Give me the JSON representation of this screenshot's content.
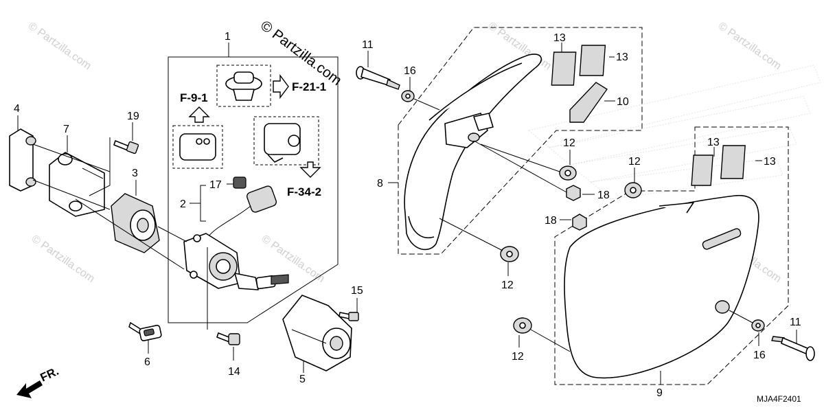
{
  "watermark": {
    "main": "© Partzilla.com",
    "repeat": "© Partzilla.com"
  },
  "diagram_code": "MJA4F2401",
  "direction_label": "FR.",
  "references": {
    "f91": "F-9-1",
    "f211": "F-21-1",
    "f342": "F-34-2"
  },
  "callouts": {
    "c1": "1",
    "c2": "2",
    "c3": "3",
    "c4": "4",
    "c5": "5",
    "c6": "6",
    "c7": "7",
    "c8": "8",
    "c9": "9",
    "c10": "10",
    "c11a": "11",
    "c11b": "11",
    "c12a": "12",
    "c12b": "12",
    "c12c": "12",
    "c12d": "12",
    "c13a": "13",
    "c13b": "13",
    "c13c": "13",
    "c13d": "13",
    "c14": "14",
    "c15": "15",
    "c16a": "16",
    "c16b": "16",
    "c17": "17",
    "c18a": "18",
    "c18b": "18",
    "c19": "19"
  }
}
